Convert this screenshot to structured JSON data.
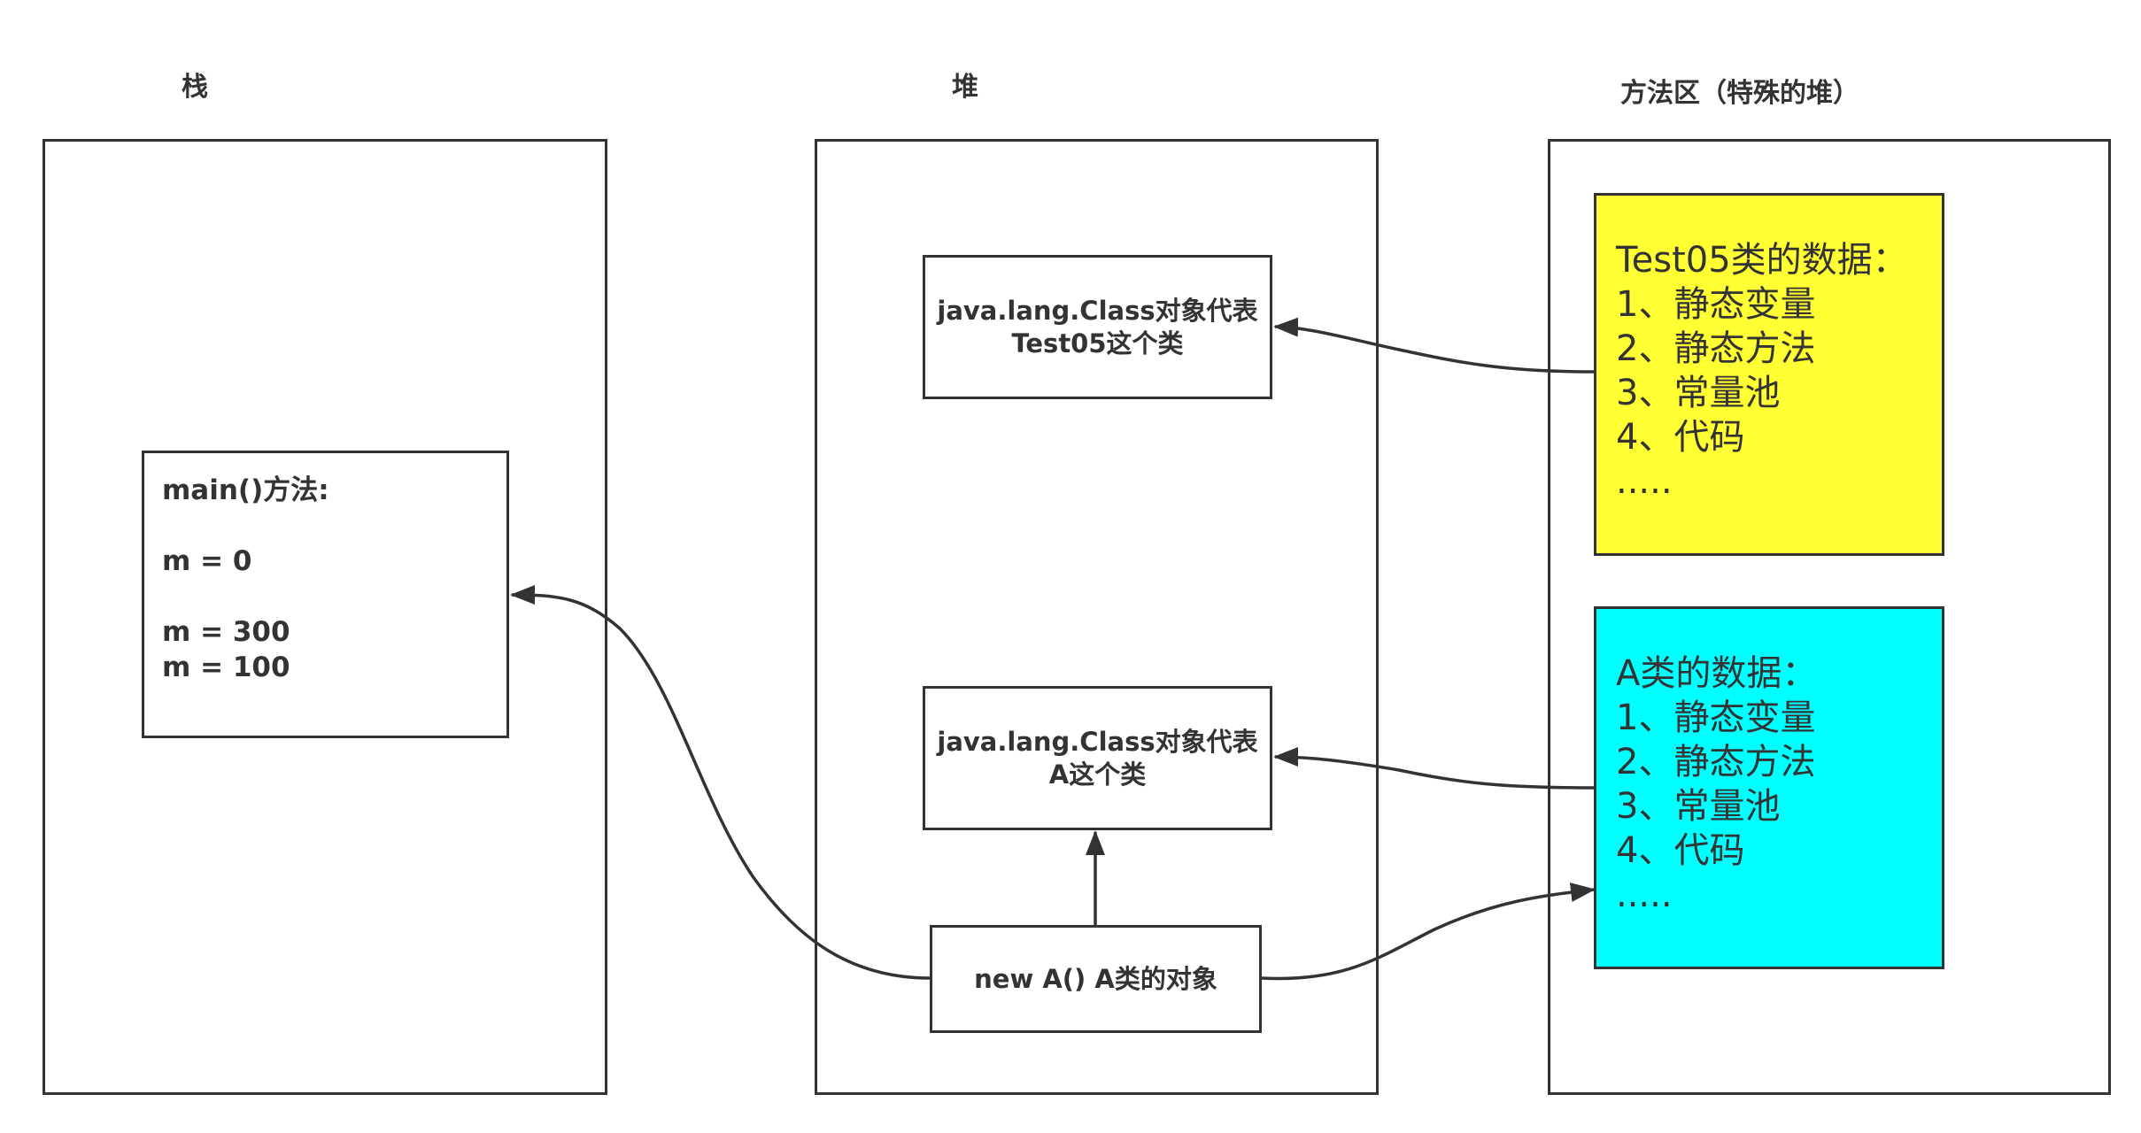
{
  "regions": {
    "stack": {
      "title": "栈"
    },
    "heap": {
      "title": "堆"
    },
    "method_area": {
      "title": "方法区（特殊的堆）"
    }
  },
  "stack_frame": {
    "lines": [
      "main()方法:",
      "m = 0",
      "m = 300",
      "m = 100"
    ]
  },
  "heap_objects": {
    "class_test05": {
      "line1": "java.lang.Class对象代表",
      "line2": "Test05这个类"
    },
    "class_a": {
      "line1": "java.lang.Class对象代表",
      "line2": "A这个类"
    },
    "instance_a": {
      "label": "new A() A类的对象"
    }
  },
  "method_area_data": {
    "test05": {
      "color": "#ffff33",
      "lines": [
        "Test05类的数据：",
        "1、静态变量",
        "2、静态方法",
        "3、常量池",
        "4、代码",
        "....."
      ]
    },
    "a": {
      "color": "#00ffff",
      "lines": [
        "A类的数据：",
        "1、静态变量",
        "2、静态方法",
        "3、常量池",
        "4、代码",
        "....."
      ]
    }
  },
  "colors": {
    "border": "#333333",
    "arrow": "#333333",
    "test05_fill": "#ffff33",
    "a_fill": "#00ffff"
  }
}
